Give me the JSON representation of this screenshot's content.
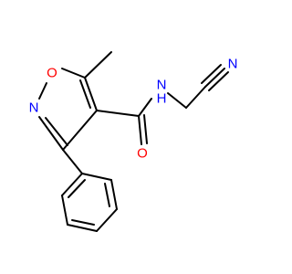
{
  "molecule": {
    "atoms": [
      {
        "key": "O1",
        "label": "O",
        "color": "#ff0000"
      },
      {
        "key": "N2",
        "label": "N",
        "color": "#0000ff"
      },
      {
        "key": "N_amide",
        "label": "N",
        "color": "#0000ff"
      },
      {
        "key": "H_amide",
        "label": "H",
        "color": "#0000ff"
      },
      {
        "key": "N_nitrile",
        "label": "N",
        "color": "#0000ff"
      },
      {
        "key": "O_carbonyl",
        "label": "O",
        "color": "#ff0000"
      }
    ],
    "bond_color": "#000000"
  }
}
